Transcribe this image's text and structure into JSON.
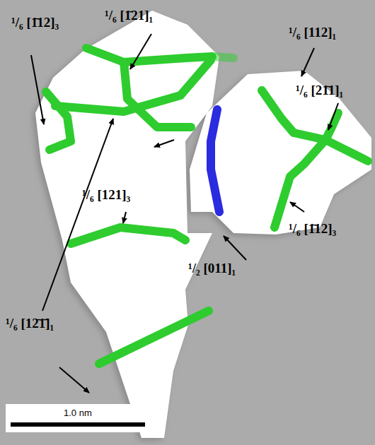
{
  "diagram": {
    "labels": [
      "¹/₆ [1̄12]₃",
      "¹/₆ [1̄21]₁",
      "¹/₆ [112]₁",
      "¹/₆ [21̄1]₁",
      "¹/₆ [121]₃",
      "¹/₆ [1̄12]₃",
      "¹/₂ [011]₁",
      "¹/₆ [12̄1̄]₁",
      "1.0 nm"
    ]
  }
}
